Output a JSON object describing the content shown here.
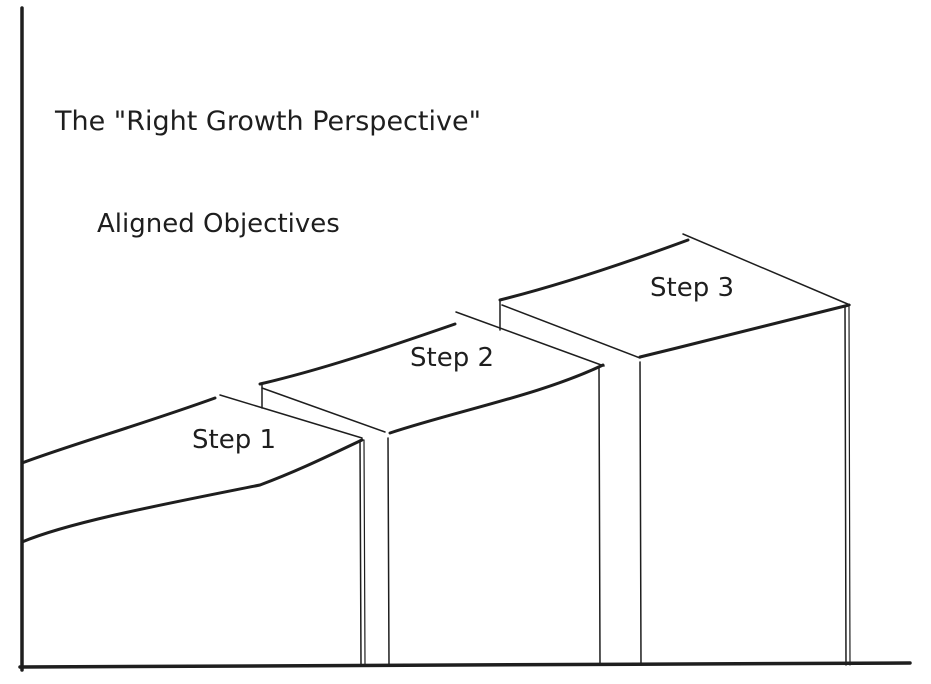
{
  "diagram": {
    "title": "The \"Right Growth Perspective\"",
    "subtitle": "Aligned Objectives",
    "steps": [
      {
        "label": "Step 1"
      },
      {
        "label": "Step 2"
      },
      {
        "label": "Step 3"
      }
    ],
    "colors": {
      "ink": "#1e1e1e",
      "background": "#ffffff"
    }
  }
}
